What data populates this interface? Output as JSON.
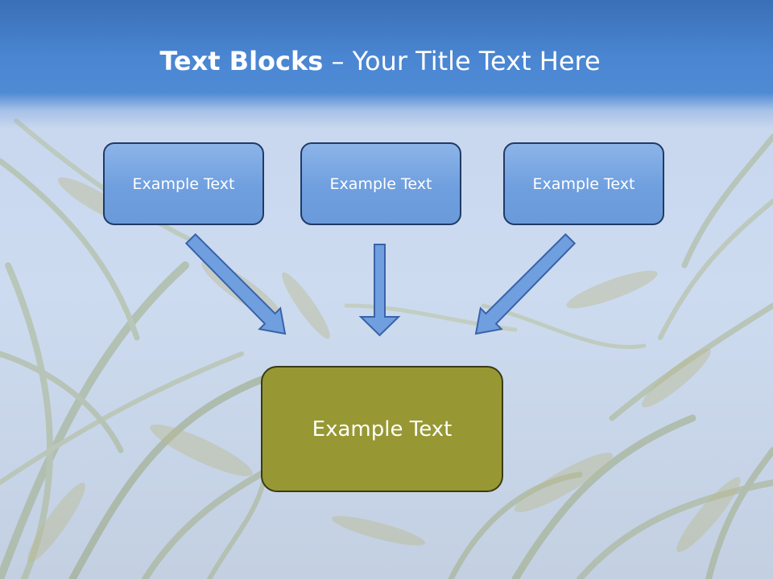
{
  "title": {
    "bold": "Text Blocks",
    "dash": " – ",
    "rest": "Your Title Text Here"
  },
  "boxes": {
    "left": "Example Text",
    "middle": "Example Text",
    "right": "Example Text",
    "center": "Example Text"
  },
  "colors": {
    "header_blue": "#4a86d2",
    "box_blue": "#6f9fdf",
    "box_border": "#203a66",
    "center_olive": "#979834",
    "arrow_fill": "#6f9fdf"
  }
}
